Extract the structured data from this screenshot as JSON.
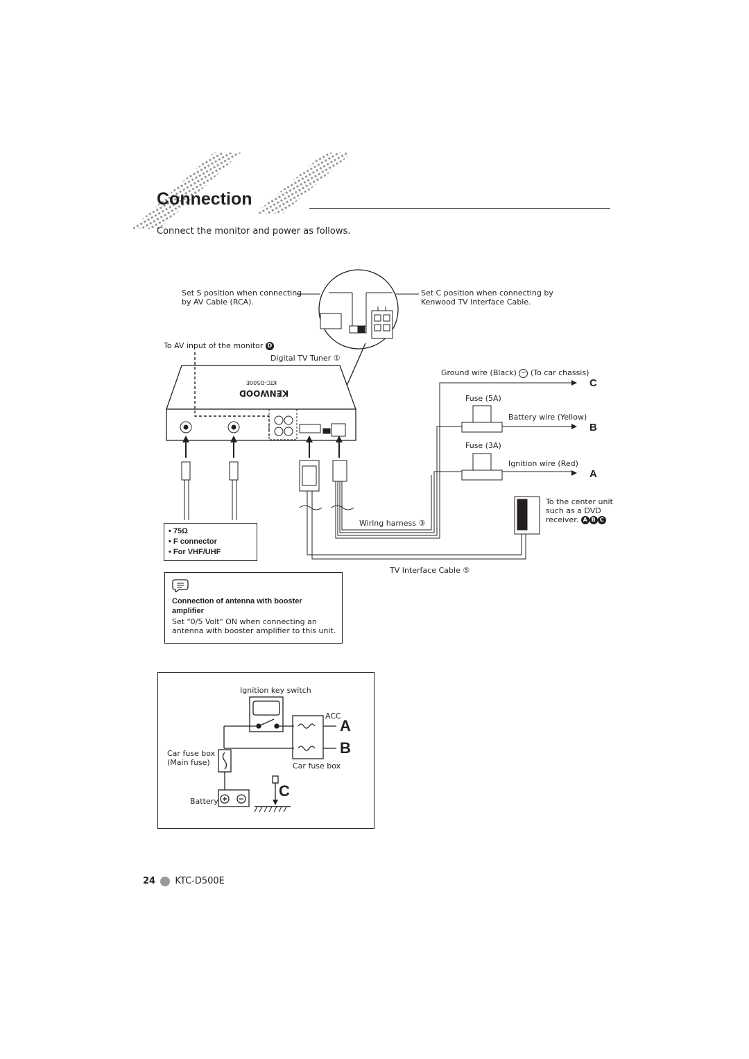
{
  "header": {
    "title": "Connection",
    "subtitle": "Connect the monitor and power as follows."
  },
  "diagram": {
    "labels": {
      "set_s": [
        "Set S position when connecting",
        "by AV Cable (RCA)."
      ],
      "set_c": [
        "Set C position when connecting by",
        "Kenwood TV Interface Cable."
      ],
      "to_av_input": "To AV input of the monitor",
      "to_av_input_marker": "D",
      "tuner": "Digital TV Tuner",
      "tuner_marker": "①",
      "ground_wire_prefix": "Ground wire (Black)",
      "ground_wire_suffix": "(To car chassis)",
      "fuse_5a": "Fuse (5A)",
      "battery_wire": "Battery wire (Yellow)",
      "fuse_3a": "Fuse (3A)",
      "ignition_wire": "Ignition wire (Red)",
      "center_unit": [
        "To the center unit",
        "such as a DVD",
        "receiver."
      ],
      "center_markers": [
        "A",
        "B",
        "C"
      ],
      "wiring_harness": "Wiring harness ③",
      "tv_interface_cable": "TV Interface Cable ⑤",
      "letter_c": "C",
      "letter_b": "B",
      "letter_a": "A",
      "brand_on_unit": "KENWOOD",
      "model_on_unit": "KTC-D500E"
    },
    "antenna_box": {
      "items": [
        "75Ω",
        "F connector",
        "For VHF/UHF"
      ]
    },
    "note_box": {
      "title": "Connection of antenna with booster amplifier",
      "body": [
        "Set \"0/5 Volt\" ON when connecting an",
        "antenna with booster amplifier to this unit."
      ]
    }
  },
  "schematic": {
    "ignition_key_switch": "Ignition key switch",
    "acc": "ACC",
    "car_fuse_box_main": [
      "Car fuse box",
      "(Main fuse)"
    ],
    "car_fuse_box": "Car fuse box",
    "battery": "Battery",
    "letter_a": "A",
    "letter_b": "B",
    "letter_c": "C"
  },
  "footer": {
    "page_number": "24",
    "model": "KTC-D500E"
  }
}
